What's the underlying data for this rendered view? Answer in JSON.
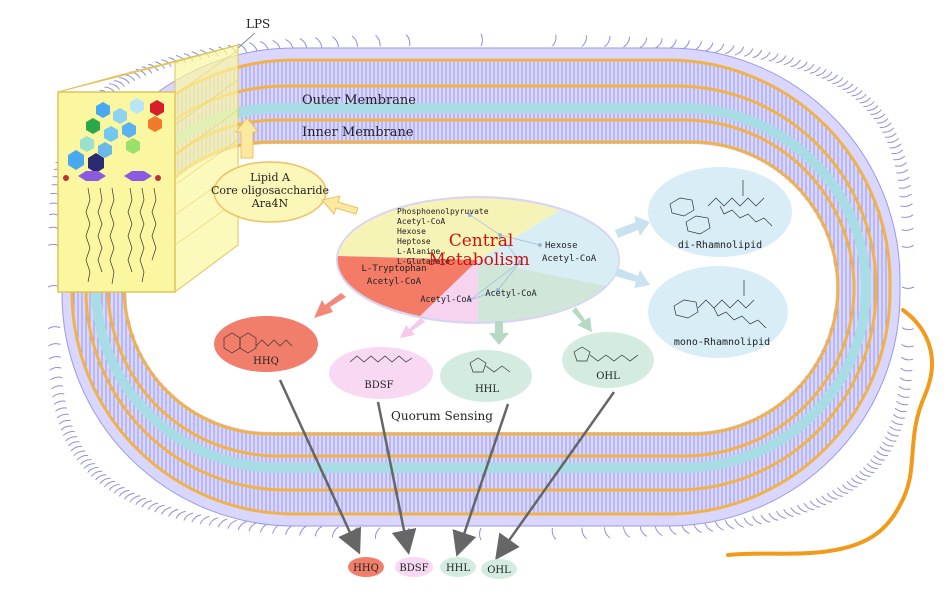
{
  "labels": {
    "lps": "LPS",
    "outer_membrane": "Outer Membrane",
    "inner_membrane": "Inner Membrane",
    "lipid_a_lines": [
      "Lipid A",
      "Core oligosaccharide",
      "Ara4N"
    ],
    "central_title_1": "Central",
    "central_title_2": "Metabolism",
    "precursors": [
      "Phosphoenolpyruvate",
      "Acetyl-CoA",
      "Hexose",
      "Heptose",
      "L-Alanine",
      "L-Glutamate"
    ],
    "hexose_1": "Hexose",
    "hexose_2": "Acetyl-CoA",
    "tryptophan_1": "L-Tryptophan",
    "tryptophan_2": "Acetyl-CoA",
    "acetyl_left": "Acetyl-CoA",
    "acetyl_right": "Acetyl-CoA",
    "di_rhamnolipid": "di-Rhamnolipid",
    "mono_rhamnolipid": "mono-Rhamnolipid",
    "hhq": "HHQ",
    "bdsf": "BDSF",
    "hhl": "HHL",
    "ohl": "OHL",
    "quorum_sensing": "Quorum Sensing",
    "out_hhq": "HHQ",
    "out_bdsf": "BDSF",
    "out_hhl": "HHL",
    "out_ohl": "OHL"
  },
  "colors": {
    "membrane_orange": "#f2b24a",
    "periplasm_blue": "#a9dde6",
    "lipid_purple": "#8f8fd6",
    "lps_yellow": "#fbf7a0",
    "precursor_sector": "#f6f3b6",
    "hexose_sector": "#d8eef4",
    "tryptophan_sector": "#f47c66",
    "acetyl_pink_sector": "#f6d3ee",
    "acetyl_green_sector": "#cfe6d8",
    "central_text": "#cc1111",
    "hhq_fill": "#f07e6a",
    "bdsf_fill": "#f8d8f2",
    "hhl_fill": "#d3ecdf",
    "ohl_fill": "#d3ecdf",
    "rhamnolipid_fill": "#d8edf6",
    "flagellum": "#f29a1a",
    "arrow_gray": "#666666"
  }
}
